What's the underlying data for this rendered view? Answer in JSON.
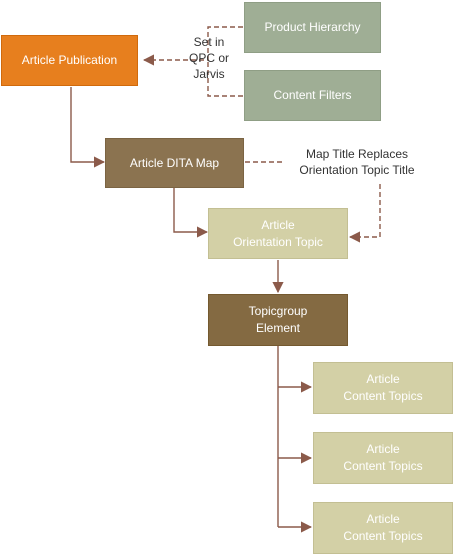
{
  "nodes": {
    "article_publication": {
      "lines": [
        "Article Publication"
      ]
    },
    "product_hierarchy": {
      "lines": [
        "Product Hierarchy"
      ]
    },
    "content_filters": {
      "lines": [
        "Content  Filters"
      ]
    },
    "article_dita_map": {
      "lines": [
        "Article DITA Map"
      ]
    },
    "orientation_topic": {
      "lines": [
        "Article",
        "Orientation Topic"
      ]
    },
    "topicgroup": {
      "lines": [
        "Topicgroup",
        "Element"
      ]
    },
    "content_topics": [
      {
        "lines": [
          "Article",
          "Content Topics"
        ]
      },
      {
        "lines": [
          "Article",
          "Content Topics"
        ]
      },
      {
        "lines": [
          "Article",
          "Content Topics"
        ]
      }
    ]
  },
  "notes": {
    "set_in": {
      "lines": [
        "Set in",
        "QPC or",
        "Jarvis"
      ]
    },
    "map_title": {
      "lines": [
        "Map Title Replaces",
        "Orientation Topic Title"
      ]
    }
  },
  "colors": {
    "connector_solid": "#8b5a4a",
    "connector_dashed": "#8b5a4a",
    "orange": "#e77f1e",
    "gray_green": "#9fae95",
    "brown": "#8b7350",
    "tan": "#d3d0a6"
  }
}
